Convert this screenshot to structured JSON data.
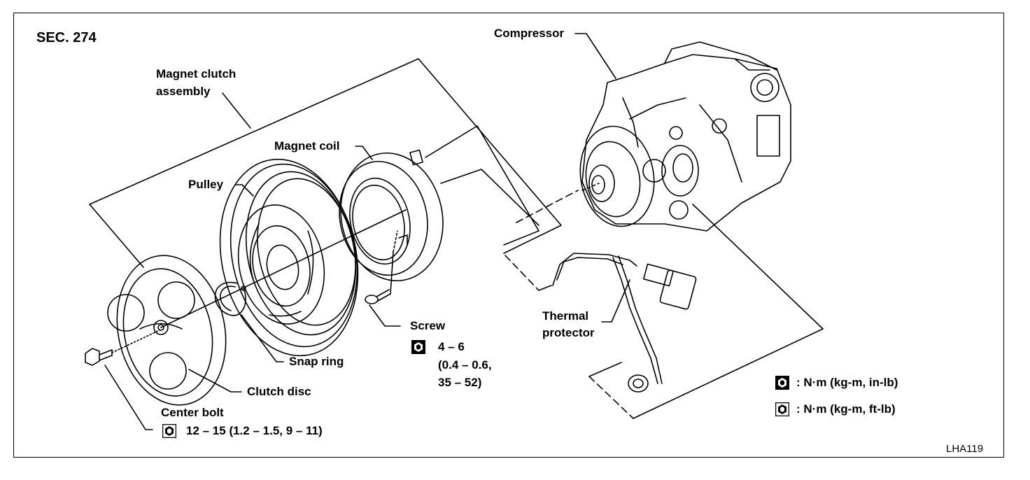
{
  "section": "SEC. 274",
  "figure_code": "LHA119",
  "labels": {
    "compressor": "Compressor",
    "magnet_clutch_1": "Magnet clutch",
    "magnet_clutch_2": "assembly",
    "magnet_coil": "Magnet coil",
    "pulley": "Pulley",
    "screw": "Screw",
    "snap_ring": "Snap ring",
    "clutch_disc": "Clutch disc",
    "thermal_1": "Thermal",
    "thermal_2": "protector",
    "center_bolt": "Center bolt"
  },
  "torque": {
    "screw_1": "4 – 6",
    "screw_2": "(0.4 – 0.6,",
    "screw_3": "35 – 52)",
    "center_bolt": "12 – 15 (1.2 – 1.5, 9 – 11)"
  },
  "legend": {
    "in_lb": ": N·m (kg-m, in-lb)",
    "ft_lb": ": N·m (kg-m, ft-lb)"
  },
  "icons": {
    "screw_torque": "torque-wrench-in-lb-icon",
    "bolt_torque": "torque-wrench-ft-lb-icon"
  }
}
